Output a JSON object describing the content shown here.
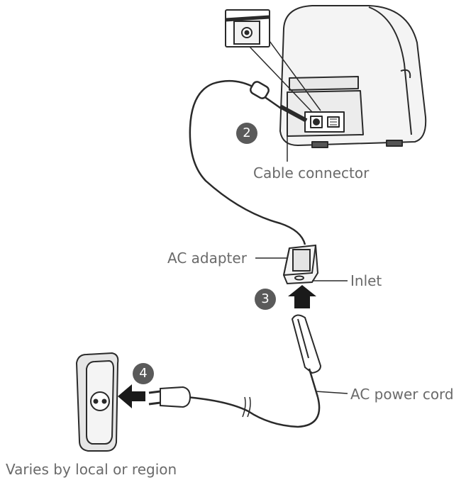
{
  "labels": {
    "cable_connector": "Cable connector",
    "ac_adapter": "AC adapter",
    "inlet": "Inlet",
    "ac_power_cord": "AC power cord",
    "footnote": "Varies by local or region"
  },
  "steps": {
    "step2": "2",
    "step3": "3",
    "step4": "4"
  },
  "colors": {
    "line": "#2a2a2a",
    "label_text": "#6a6a6a",
    "step_badge": "#5a5a5a",
    "printer_fill": "#f4f4f4",
    "socket_fill": "#e6e6e6",
    "arrow": "#1a1a1a"
  },
  "icons": {
    "printer": "printer-icon",
    "adapter": "ac-adapter-icon",
    "socket": "wall-socket-icon",
    "plug": "plug-icon",
    "connector_detail": "dc-jack-icon",
    "arrow": "push-arrow-icon"
  }
}
